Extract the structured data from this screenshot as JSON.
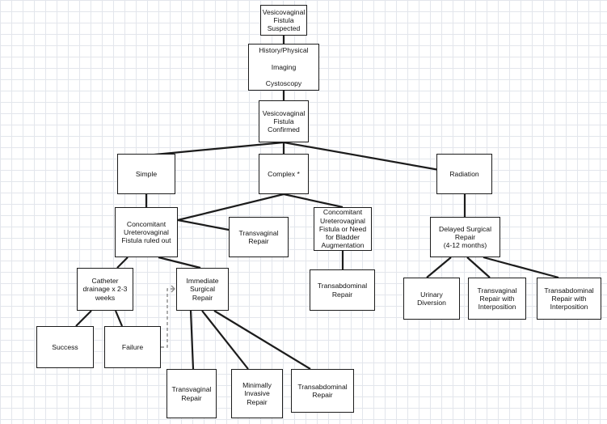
{
  "nodes": {
    "suspected": "Vesicovaginal\nFistula\nSuspected",
    "workup": "History/Physical\n\nImaging\n\nCystoscopy",
    "confirmed": "Vesicovaginal\nFistula\nConfirmed",
    "simple": "Simple",
    "complex": "Complex *",
    "radiation": "Radiation",
    "uvf_ruled_out": "Concomitant\nUreterovaginal\nFistula ruled out",
    "transvaginal_repair_a": "Transvaginal\nRepair",
    "uvf_or_augmentation": "Concomitant\nUreterovaginal\nFistula or Need\nfor Bladder\nAugmentation",
    "delayed_repair": "Delayed Surgical\nRepair\n(4-12 months)",
    "catheter_drainage": "Catheter\ndrainage x 2-3\nweeks",
    "immediate_repair": "Immediate\nSurgical\nRepair",
    "transabdominal_repair_a": "Transabdominal\nRepair",
    "urinary_diversion": "Urinary\nDiversion",
    "transvaginal_interposition": "Transvaginal\nRepair with\nInterposition",
    "transabdominal_interposition": "Transabdominal\nRepair with\nInterposition",
    "success": "Success",
    "failure": "Failure",
    "transvaginal_repair_b": "Transvaginal\nRepair",
    "minimally_invasive_repair": "Minimally\nInvasive\nRepair",
    "transabdominal_repair_b": "Transabdominal\nRepair"
  }
}
